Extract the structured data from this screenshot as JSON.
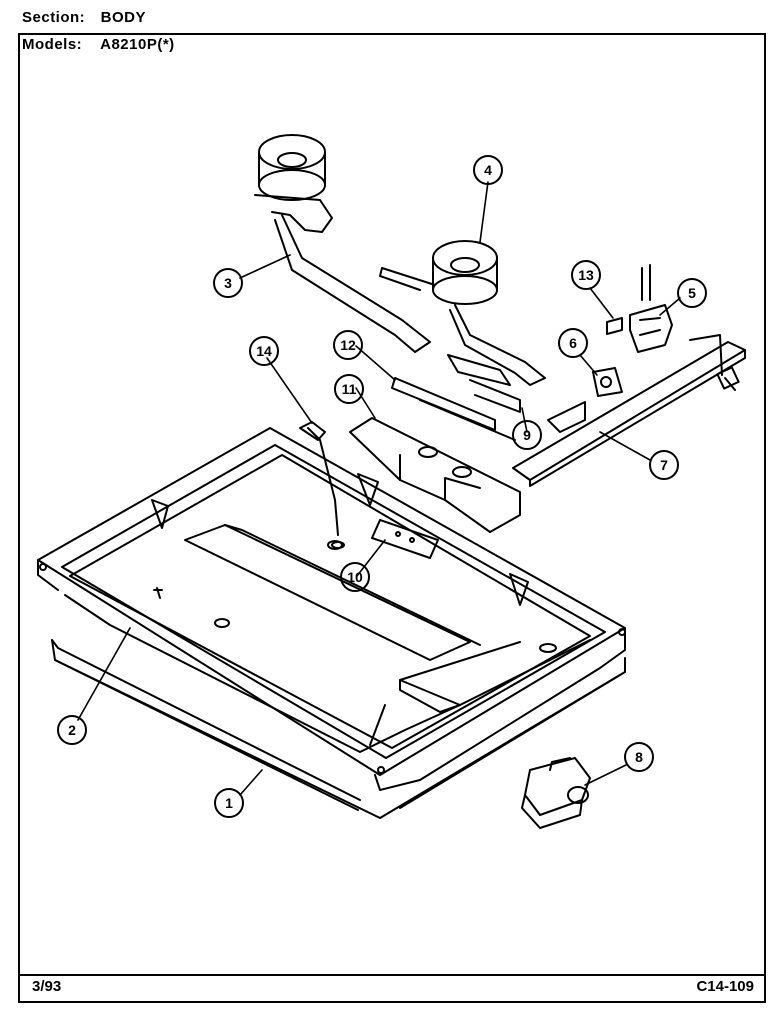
{
  "header": {
    "section_label": "Section:",
    "section_value": "BODY",
    "models_label": "Models:",
    "models_value": "A8210P(*)"
  },
  "footer": {
    "date": "3/93",
    "code": "C14-109"
  },
  "callouts": [
    {
      "number": "1"
    },
    {
      "number": "2"
    },
    {
      "number": "3"
    },
    {
      "number": "4"
    },
    {
      "number": "5"
    },
    {
      "number": "6"
    },
    {
      "number": "7"
    },
    {
      "number": "8"
    },
    {
      "number": "9"
    },
    {
      "number": "10"
    },
    {
      "number": "11"
    },
    {
      "number": "12"
    },
    {
      "number": "13"
    },
    {
      "number": "14"
    }
  ],
  "colors": {
    "ink": "#000000",
    "paper": "#ffffff"
  }
}
